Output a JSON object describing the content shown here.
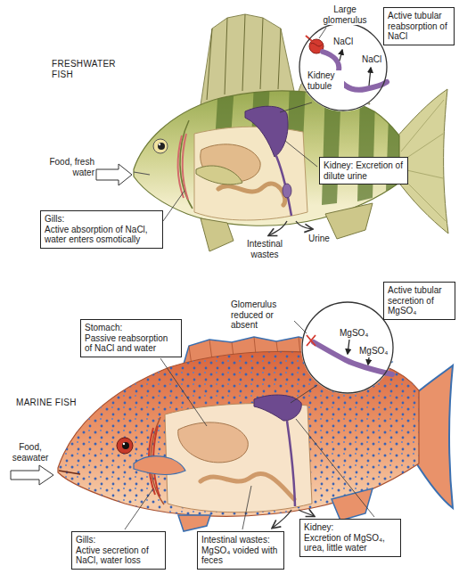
{
  "diagram": {
    "nodes": [
      {
        "text": [
          "Large glomerulus",
          "NaCl",
          "NaCl",
          "Kidney tubule"
        ]
      },
      {
        "text": [
          "Active tubular reabsorption of NaCl"
        ]
      },
      {
        "text": [
          "Kidney: Excretion of dilute urine"
        ]
      },
      {
        "text": [
          "Gills:",
          "Active absorption of NaCl, water enters osmotically"
        ]
      },
      {
        "text": [
          "Glomerulus reduced or absent",
          "MgSO₄",
          "MgSO₄"
        ]
      },
      {
        "text": [
          "Active tubular secretion of MgSO₄"
        ]
      },
      {
        "text": [
          "Stomach:",
          "Passive reabsorption of NaCl and water"
        ]
      },
      {
        "text": [
          "Gills:",
          "Active secretion of NaCl, water loss"
        ]
      },
      {
        "text": [
          "Intestinal wastes:",
          "MgSO₄ voided with feces"
        ]
      },
      {
        "text": [
          "Kidney:",
          "Excretion of MgSO₄, urea, little water"
        ]
      }
    ],
    "labels": [
      "FRESHWATER FISH",
      "Food, fresh water",
      "Intestinal wastes",
      "Urine",
      "MARINE FISH",
      "Food, seawater"
    ]
  }
}
